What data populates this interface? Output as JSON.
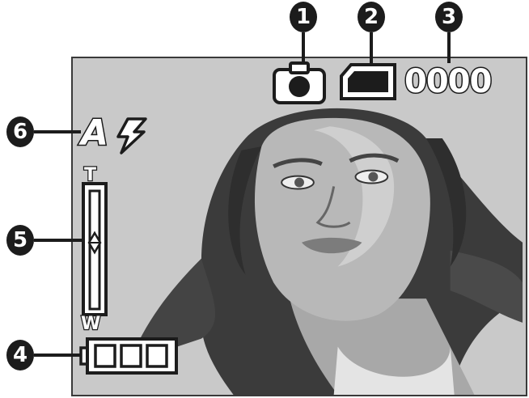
{
  "callouts": [
    "1",
    "2",
    "3",
    "4",
    "5",
    "6"
  ],
  "display": {
    "shot_count": "0000",
    "flash_mode": "A",
    "zoom_tele_label": "T",
    "zoom_wide_label": "W"
  },
  "colors": {
    "screen_bg": "#c9c9c9",
    "outline": "#1c1c1c",
    "icon_fill": "#ffffff"
  }
}
